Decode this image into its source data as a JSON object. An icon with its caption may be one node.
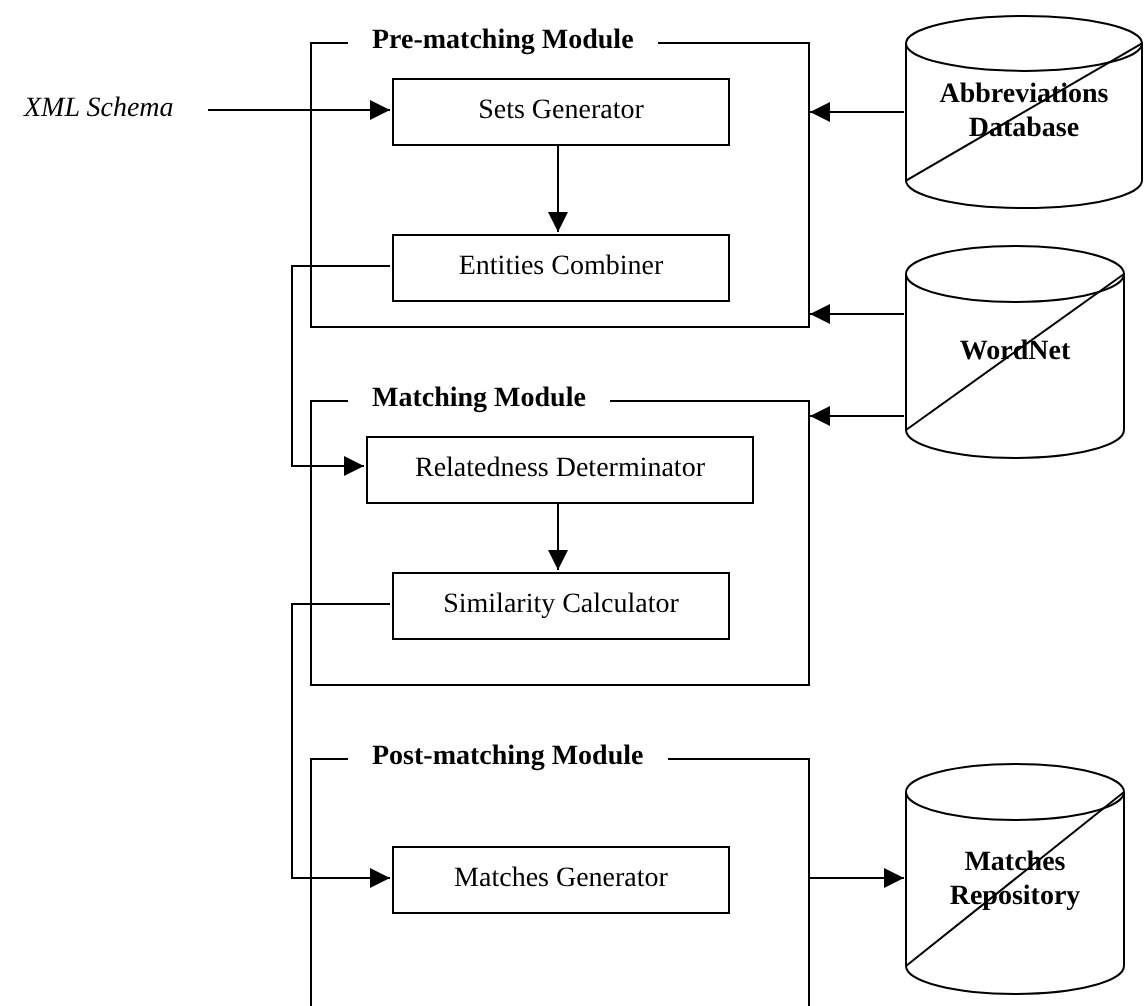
{
  "diagram": {
    "nodes": [
      {
        "text": [
          "Pre-matching Module"
        ]
      },
      {
        "text": [
          "Sets Generator"
        ],
        "in": 0
      },
      {
        "text": [
          "Entities Combiner"
        ],
        "in": 0
      },
      {
        "text": [
          "XML Schema"
        ]
      },
      {
        "text": [
          "Abbreviations Database"
        ]
      },
      {
        "text": [
          "WordNet"
        ]
      },
      {
        "text": [
          "Matching Module"
        ]
      },
      {
        "text": [
          "Relatedness Determinator"
        ],
        "in": 6
      },
      {
        "text": [
          "Similarity Calculator"
        ],
        "in": 6
      },
      {
        "text": [
          "Post-matching Module"
        ]
      },
      {
        "text": [
          "Matches Generator"
        ],
        "in": 9
      },
      {
        "text": [
          "Matches Repository"
        ]
      }
    ],
    "edges": [
      {
        "from": 3,
        "to": 1,
        "arrow": "to"
      },
      {
        "from": 1,
        "to": 2,
        "arrow": "to"
      },
      {
        "from": 2,
        "to": 7,
        "arrow": "to"
      },
      {
        "from": 7,
        "to": 8,
        "arrow": "to"
      },
      {
        "from": 8,
        "to": 10,
        "arrow": "to"
      },
      {
        "from": 4,
        "to": 0,
        "arrow": "to"
      },
      {
        "from": 5,
        "to": 0,
        "arrow": "to"
      },
      {
        "from": 5,
        "to": 6,
        "arrow": "to"
      },
      {
        "from": 9,
        "to": 11,
        "arrow": "to"
      }
    ]
  }
}
